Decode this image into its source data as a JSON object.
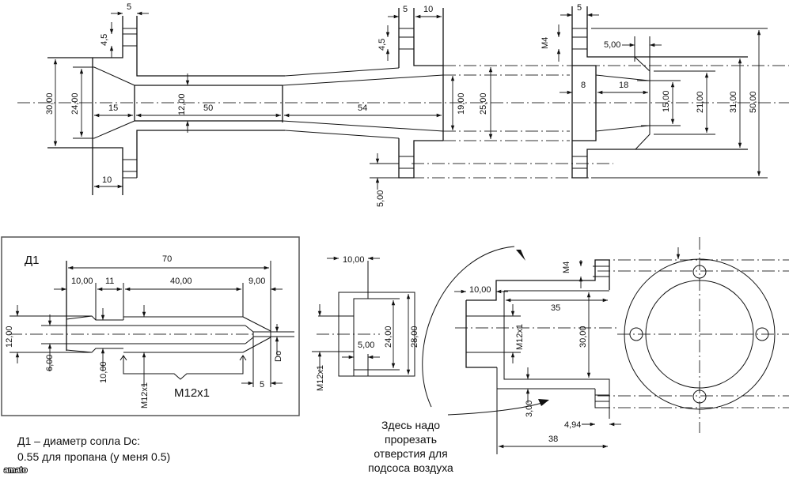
{
  "drawing": {
    "top_view": {
      "dims": {
        "flange_left_thk": "5",
        "bolt_left": "4,5",
        "outer_left": "30,00",
        "inner_left": "24,00",
        "cone_len": "15",
        "throat_dia": "12,00",
        "throat_len": "50",
        "flange_left_w": "10",
        "diffuser_len": "54",
        "flange_mid_thk": "5",
        "flange_mid_gap": "10",
        "bolt_mid": "4,5",
        "exit_inner": "19,00",
        "exit_outer": "25,00",
        "flange_offset": "5,00",
        "flange_right_thk": "5",
        "bolt_right": "M4",
        "chamfer": "5,00",
        "nozzle_a": "8",
        "nozzle_b": "18",
        "nozzle_inner": "15,00",
        "nozzle_mid": "21,00",
        "flange_inner": "31,00",
        "flange_outer": "50,00"
      }
    },
    "nozzle_d1": {
      "title": "Д1",
      "dims": {
        "total": "70",
        "seg1": "10,00",
        "seg2": "11",
        "seg3": "40,00",
        "seg4": "9,00",
        "outer_dia": "12,00",
        "bore_dia": "6,00",
        "neck_dia": "10,00",
        "thread_dim": "M12x1",
        "thread_label": "M12x1",
        "orifice": "Do",
        "tip": "5"
      }
    },
    "note_left": {
      "line1": "Д1 –  диаметр сопла Dc:",
      "line2": "0.55 для пропана (у меня 0.5)"
    },
    "watermark": "amato",
    "holder": {
      "dims": {
        "width": "10,00",
        "inner": "24,00",
        "outer": "28,00",
        "step": "5,00",
        "thread": "M12x1"
      }
    },
    "mixer": {
      "dims": {
        "step": "10,00",
        "bolt": "M4",
        "length_in": "35",
        "thread": "M12x1",
        "height": "30,00",
        "wall": "3,00",
        "flange": "4,94",
        "length_out": "38"
      }
    },
    "note_mixer": {
      "lines": [
        "Здесь надо",
        "прорезать",
        "отверстия для",
        "подсоса воздуха"
      ]
    }
  }
}
